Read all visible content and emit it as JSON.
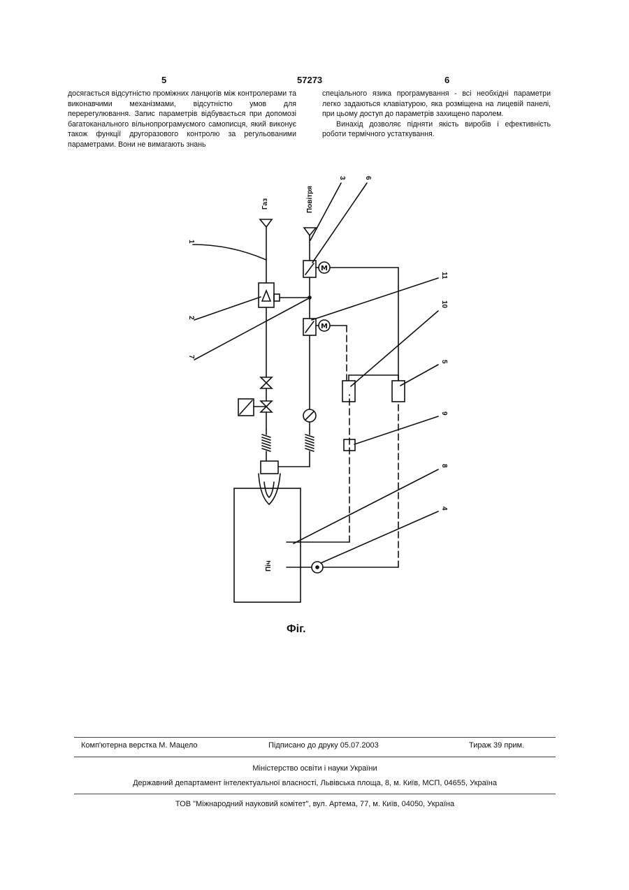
{
  "header": {
    "page_left": "5",
    "patent_number": "57273",
    "page_right": "6"
  },
  "text": {
    "left_column": [
      "досягається відсутністю проміжних ланцюгів між контролерами та виконавчими механізмами, відсутністю умов для перерегулювання. Запис параметрів відбувається при допомозі багатоканального вільнопрограмуємого самописця, який виконує також функції другоразового контролю за регульованими параметрами. Вони не вимагають знань"
    ],
    "right_column": [
      "спеціального язика програмування - всі необхідні параметри легко задаються клавіатурою, яка розміщена на лицевій панелі, при цьому доступ до параметрів захищено паролем.",
      "Винахід дозволяє підняти якість виробів і ефективність роботи термічного устаткування."
    ]
  },
  "figure": {
    "gas_label": "Газ",
    "air_label": "Повітря",
    "furnace_label": "Піч",
    "motor_symbol": "M",
    "numbers": [
      "1",
      "2",
      "3",
      "4",
      "5",
      "6",
      "7",
      "8",
      "9",
      "10",
      "11"
    ],
    "caption": "Фіг."
  },
  "imprint": {
    "layout": "Комп'ютерна верстка М. Мацело",
    "signed": "Підписано до друку 05.07.2003",
    "run": "Тираж 39 прим.",
    "ministry": "Міністерство освіти і науки України",
    "department": "Державний департамент інтелектуальної власності, Львівська площа, 8, м. Київ, МСП, 04655, Україна",
    "printer": "ТОВ \"Міжнародний науковий комітет\", вул. Артема, 77, м. Київ, 04050, Україна"
  }
}
